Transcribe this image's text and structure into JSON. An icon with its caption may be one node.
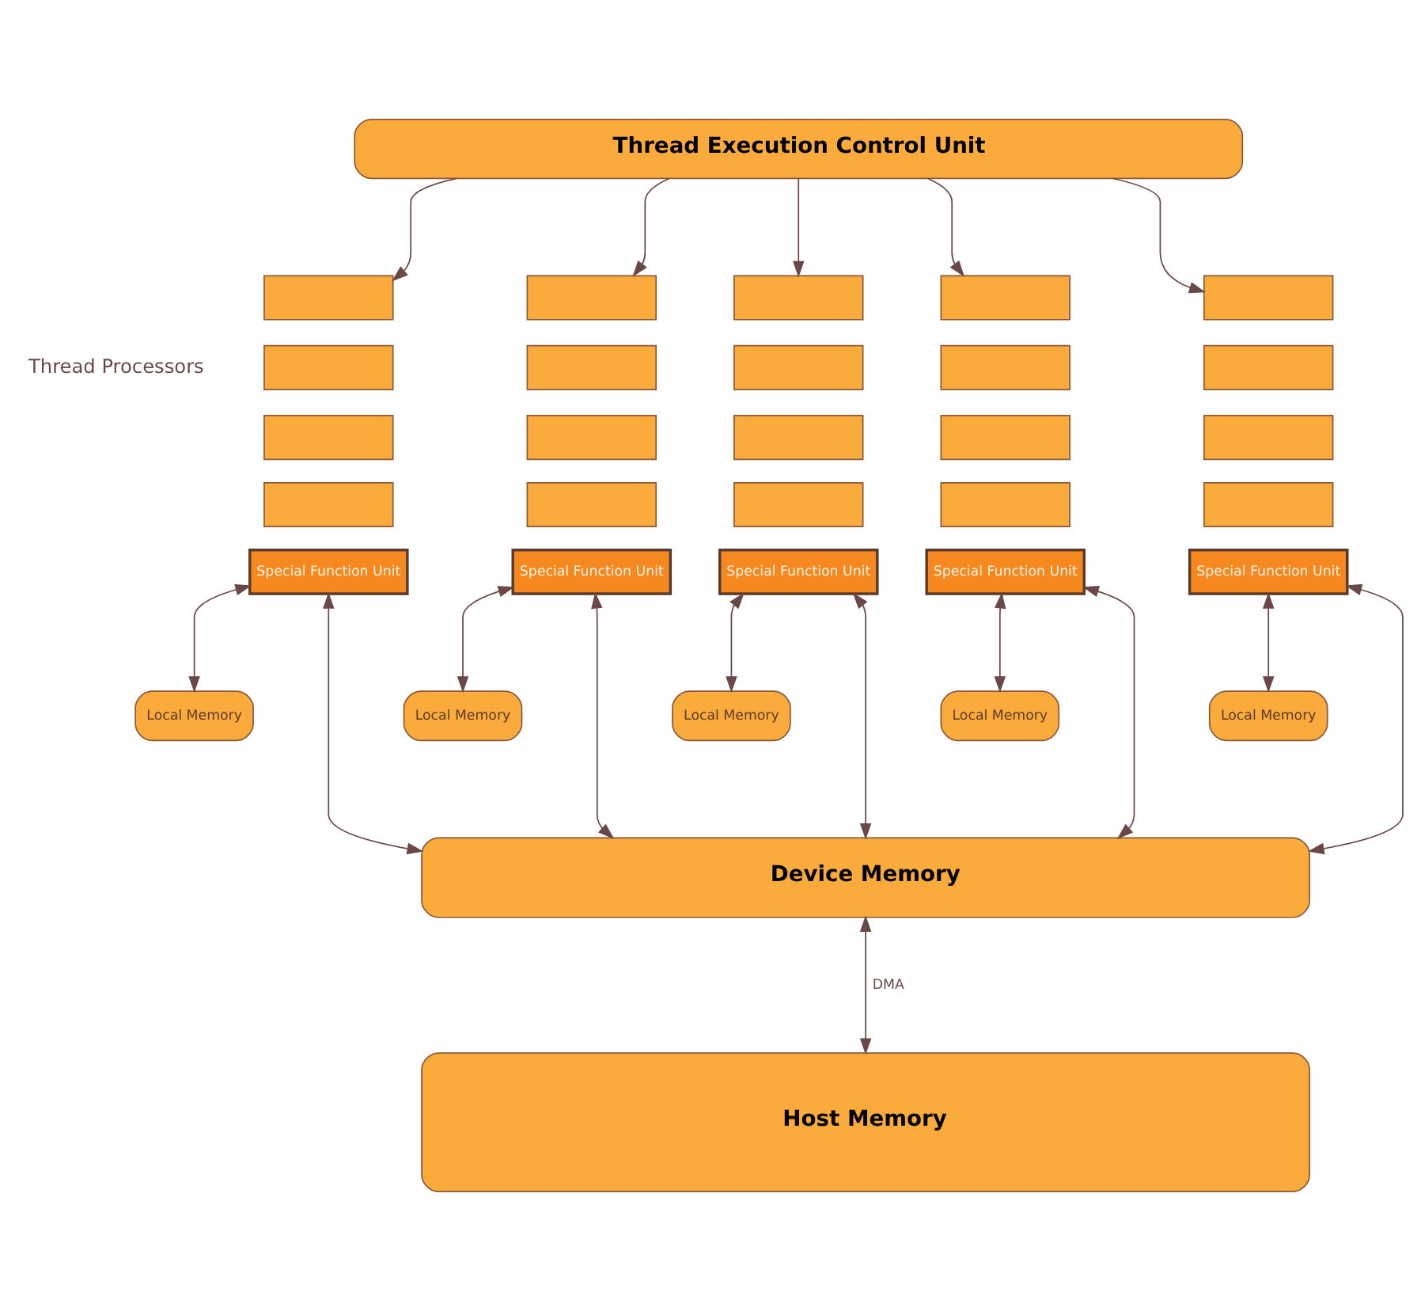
{
  "diagram": {
    "nodes": [
      {
        "text": [
          "Thread Execution Control Unit"
        ]
      },
      {
        "text": [],
        "shape": "box"
      },
      {
        "text": [],
        "shape": "box"
      },
      {
        "text": [],
        "shape": "box"
      },
      {
        "text": [],
        "shape": "box"
      },
      {
        "text": [
          "Special Function Unit"
        ]
      },
      {
        "text": [
          "Local Memory"
        ]
      },
      {
        "text": [],
        "shape": "box"
      },
      {
        "text": [],
        "shape": "box"
      },
      {
        "text": [],
        "shape": "box"
      },
      {
        "text": [],
        "shape": "box"
      },
      {
        "text": [
          "Special Function Unit"
        ]
      },
      {
        "text": [
          "Local Memory"
        ]
      },
      {
        "text": [],
        "shape": "box"
      },
      {
        "text": [],
        "shape": "box"
      },
      {
        "text": [],
        "shape": "box"
      },
      {
        "text": [],
        "shape": "box"
      },
      {
        "text": [
          "Special Function Unit"
        ]
      },
      {
        "text": [
          "Local Memory"
        ]
      },
      {
        "text": [],
        "shape": "box"
      },
      {
        "text": [],
        "shape": "box"
      },
      {
        "text": [],
        "shape": "box"
      },
      {
        "text": [],
        "shape": "box"
      },
      {
        "text": [
          "Special Function Unit"
        ]
      },
      {
        "text": [
          "Local Memory"
        ]
      },
      {
        "text": [],
        "shape": "box"
      },
      {
        "text": [],
        "shape": "box"
      },
      {
        "text": [],
        "shape": "box"
      },
      {
        "text": [],
        "shape": "box"
      },
      {
        "text": [
          "Special Function Unit"
        ]
      },
      {
        "text": [
          "Local Memory"
        ]
      },
      {
        "text": [
          "Device Memory"
        ]
      },
      {
        "text": [
          "Host Memory"
        ]
      }
    ],
    "edges": [
      {
        "from": 0,
        "to": 1,
        "arrow": "to"
      },
      {
        "from": 0,
        "to": 7,
        "arrow": "to"
      },
      {
        "from": 0,
        "to": 13,
        "arrow": "to"
      },
      {
        "from": 0,
        "to": 19,
        "arrow": "to"
      },
      {
        "from": 0,
        "to": 25,
        "arrow": "to"
      },
      {
        "from": 5,
        "to": 6,
        "arrow": "both"
      },
      {
        "from": 5,
        "to": 31,
        "arrow": "both"
      },
      {
        "from": 11,
        "to": 12,
        "arrow": "both"
      },
      {
        "from": 11,
        "to": 31,
        "arrow": "both"
      },
      {
        "from": 17,
        "to": 18,
        "arrow": "both"
      },
      {
        "from": 17,
        "to": 31,
        "arrow": "both"
      },
      {
        "from": 23,
        "to": 24,
        "arrow": "both"
      },
      {
        "from": 23,
        "to": 31,
        "arrow": "both"
      },
      {
        "from": 29,
        "to": 30,
        "arrow": "both"
      },
      {
        "from": 29,
        "to": 31,
        "arrow": "both"
      },
      {
        "from": 31,
        "to": 32,
        "label": "DMA",
        "arrow": "both"
      }
    ],
    "labels": [
      "Thread Processors"
    ]
  }
}
